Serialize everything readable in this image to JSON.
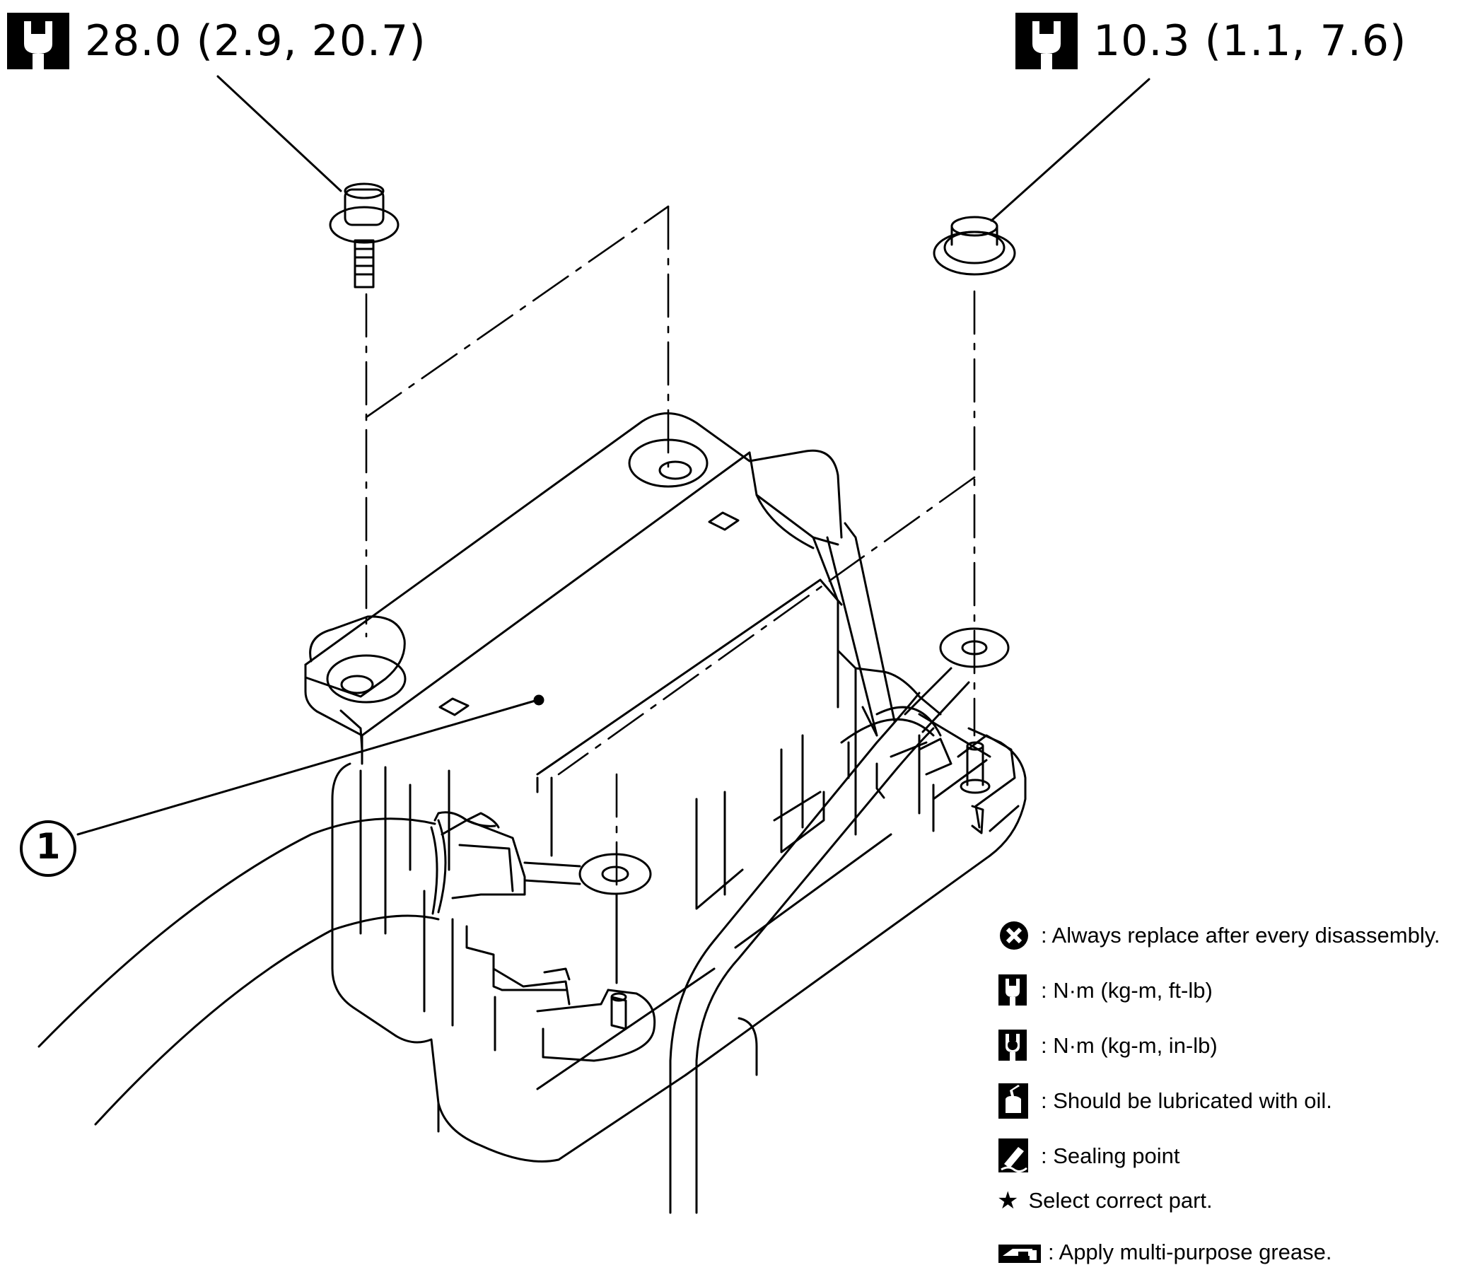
{
  "callouts": {
    "bolt_torque": "28.0 (2.9, 20.7)",
    "nut_torque": "10.3 (1.1, 7.6)"
  },
  "part_number": "1",
  "legend": [
    {
      "icon": "replace-icon",
      "text": ": Always replace after every disassembly."
    },
    {
      "icon": "torque-ftlb-icon",
      "text": ": N·m (kg-m, ft-lb)"
    },
    {
      "icon": "torque-inlb-icon",
      "text": ": N·m (kg-m, in-lb)"
    },
    {
      "icon": "oil-can-icon",
      "text": ": Should be lubricated with oil."
    },
    {
      "icon": "sealing-icon",
      "text": ": Sealing point"
    },
    {
      "icon": "star-icon",
      "text": "Select correct part."
    },
    {
      "icon": "grease-icon",
      "text": ": Apply multi-purpose grease."
    }
  ],
  "colors": {
    "ink": "#000000",
    "paper": "#ffffff"
  }
}
